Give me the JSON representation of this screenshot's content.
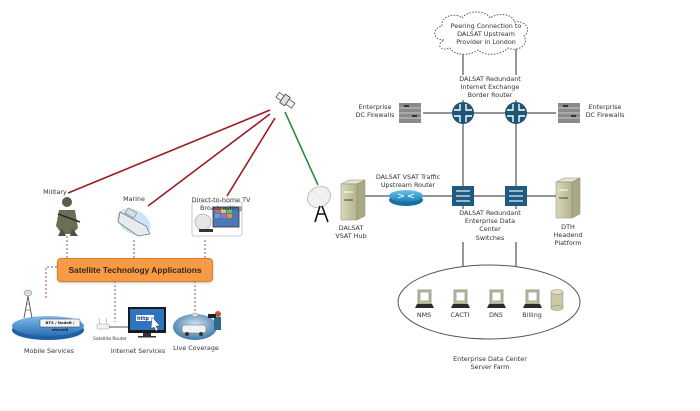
{
  "diagram": {
    "left_section": {
      "central_box": "Satellite Technology Applications",
      "satellite": "satellite",
      "applications_top": [
        {
          "id": "military",
          "label": "Military"
        },
        {
          "id": "marine",
          "label": "Marine"
        },
        {
          "id": "dth",
          "label": "Direct-to-home TV Broadcasting"
        }
      ],
      "applications_bottom": [
        {
          "id": "mobile",
          "label": "Mobile Services",
          "badge": "BTS / NodeB / eNodeB"
        },
        {
          "id": "internet",
          "label": "Internet Services",
          "sublabel": "Satellite Router",
          "screen_text": "http"
        },
        {
          "id": "live",
          "label": "Live Coverage"
        }
      ],
      "link_colors": {
        "uplink_red": "#9b1c22",
        "downlink_green": "#2e8b3e",
        "dotted": "#a05050"
      }
    },
    "right_section": {
      "cloud": "Peering Connection to\nDALSAT Upstream\nProvider in London",
      "border_routers": "DALSAT Redundant\nInternet Exchange\nBorder Router",
      "firewall_left": "Enterprise\nDC Firewalls",
      "firewall_right": "Enterprise\nDC Firewalls",
      "vsat_hub": "DALSAT\nVSAT Hub",
      "upstream_router": "DALSAT VSAT Traffic\nUpstream Router",
      "dc_switches": "DALSAT Redundant\nEnterprise Data\nCenter\nSwitches",
      "dth_headend": "DTH\nHeadend\nPlatform",
      "server_farm": "Enterprise Data Center\nServer Farm",
      "servers": [
        "NMS",
        "CACTI",
        "DNS",
        "Billing"
      ],
      "colors": {
        "router_blue": "#1c5575",
        "switch_blue": "#1d5b82",
        "hub_beige": "#c9c9a4",
        "line_gray": "#555555",
        "firewall_gray": "#8a8a8a"
      }
    }
  }
}
